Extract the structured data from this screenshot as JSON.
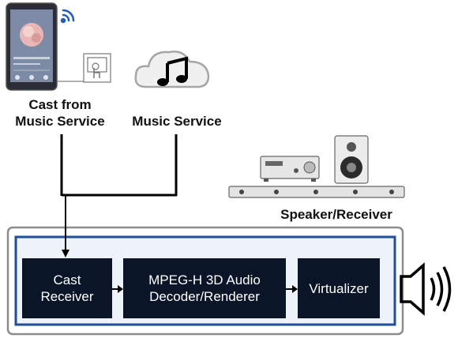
{
  "sources": {
    "cast_label": "Cast from\nMusic Service",
    "music_service_label": "Music Service"
  },
  "device": {
    "speaker_receiver_label": "Speaker/Receiver"
  },
  "pipeline": {
    "cast_receiver": "Cast\nReceiver",
    "decoder": "MPEG-H 3D Audio\nDecoder/Renderer",
    "virtualizer": "Virtualizer"
  },
  "colors": {
    "block_fill": "#0a1628",
    "inner_frame": "#1f4e9a",
    "outer_frame": "#8c8c8c",
    "inner_bg": "#eef3fb"
  },
  "icons": [
    "phone-icon",
    "cast-touch-icon",
    "wifi-signal-icon",
    "cloud-music-icon",
    "receiver-icon",
    "speaker-icon",
    "soundbar-icon",
    "speaker-sound-icon"
  ]
}
